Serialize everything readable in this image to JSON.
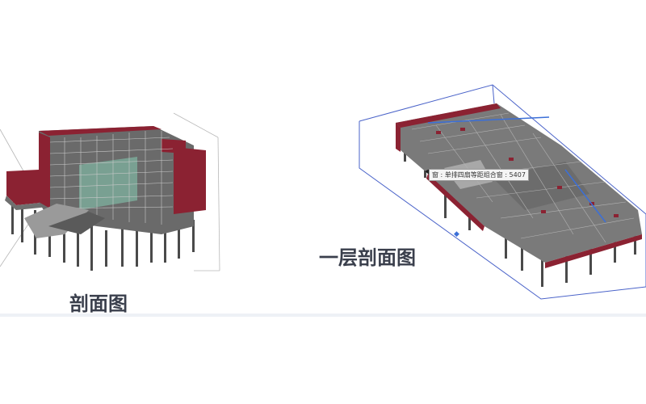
{
  "captions": {
    "left": "剖面图",
    "right": "一层剖面图"
  },
  "tooltip": {
    "text": "窗 : 单排四扇等距组合窗 : 5407"
  },
  "colors": {
    "wall_red": "#8b2232",
    "floor_gray": "#8a8a8a",
    "structure_dark": "#3c3c3c",
    "glass_green": "#7fb3a0",
    "section_box_blue": "#4a63c9",
    "caption": "#3a3f4c"
  },
  "icons": {
    "grip": "grip-arrow-icon",
    "cursor": "mouse-pointer-icon"
  }
}
